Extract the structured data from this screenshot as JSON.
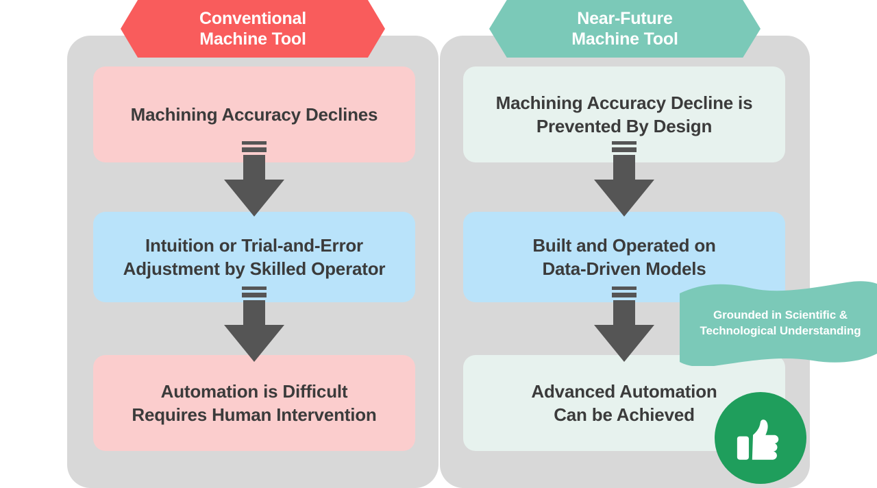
{
  "columns": [
    {
      "id": "conventional",
      "header": {
        "line1": "Conventional",
        "line2": "Machine Tool",
        "color": "#f95c5c"
      },
      "steps": [
        {
          "line1": "Machining Accuracy Declines",
          "line2": "",
          "color": "#fbcdcd"
        },
        {
          "line1": "Intuition or Trial-and-Error",
          "line2": "Adjustment by Skilled Operator",
          "color": "#b9e3fa"
        },
        {
          "line1": "Automation is Difficult",
          "line2": "Requires Human Intervention",
          "color": "#fbcdcd"
        }
      ]
    },
    {
      "id": "near-future",
      "header": {
        "line1": "Near-Future",
        "line2": "Machine Tool",
        "color": "#7bc9b8"
      },
      "steps": [
        {
          "line1": "Machining Accuracy Decline is",
          "line2": "Prevented By Design",
          "color": "#e7f2ee"
        },
        {
          "line1": "Built and Operated on",
          "line2": "Data-Driven Models",
          "color": "#b9e3fa"
        },
        {
          "line1": "Advanced Automation",
          "line2": "Can be Achieved",
          "color": "#e7f2ee"
        }
      ]
    }
  ],
  "ribbon": {
    "line1": "Grounded in Scientific &",
    "line2": "Technological Understanding",
    "color": "#7bc9b8"
  },
  "badge": {
    "icon": "thumbs-up-icon",
    "color": "#1f9e5c"
  },
  "palette": {
    "panel": "#d8d8d8",
    "background": "#ffffff",
    "arrow": "#555555",
    "text": "#3b3b3b",
    "header_text": "#ffffff"
  }
}
